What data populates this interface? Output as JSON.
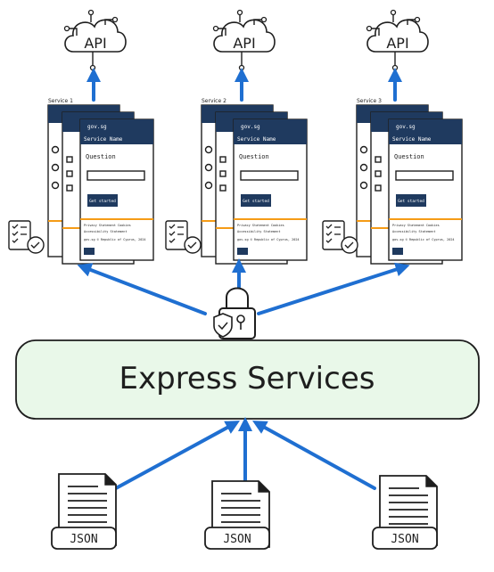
{
  "api_label": "API",
  "hub": {
    "label": "Express Services",
    "fill": "#e9f8e9"
  },
  "services": [
    {
      "caption": "Service 1",
      "brand": "gov.sg",
      "header": "Service Name",
      "question": "Question",
      "button": "Get started",
      "footer_links": "Privacy Statement  Cookies",
      "footer_links2": "Accessibility Statement",
      "footer_copy": "gov.sg  © Republic of Cyprus, 2024"
    },
    {
      "caption": "Service 2",
      "brand": "gov.sg",
      "header": "Service Name",
      "question": "Question",
      "button": "Get started",
      "footer_links": "Privacy Statement  Cookies",
      "footer_links2": "Accessibility Statement",
      "footer_copy": "gov.sg  © Republic of Cyprus, 2024"
    },
    {
      "caption": "Service 3",
      "brand": "gov.sg",
      "header": "Service Name",
      "question": "Question",
      "button": "Get started",
      "footer_links": "Privacy Statement  Cookies",
      "footer_links2": "Accessibility Statement",
      "footer_copy": "gov.sg  © Republic of Cyprus, 2024"
    }
  ],
  "json_label": "JSON",
  "colors": {
    "arrow": "#1f6fd1",
    "header": "#1f3a5f",
    "accent": "#f59b16",
    "ink": "#1e1e1e"
  },
  "icons": [
    "cloud-icon",
    "lock-shield-icon",
    "checklist-icon",
    "document-icon"
  ]
}
